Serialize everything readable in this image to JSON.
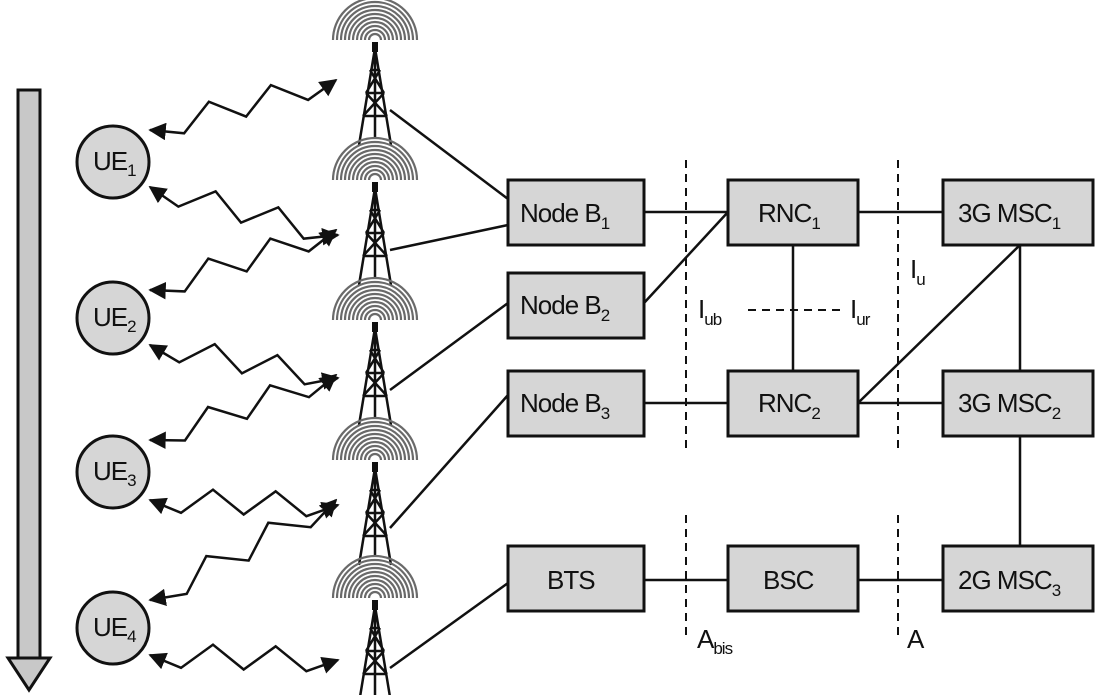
{
  "ues": [
    {
      "label": "UE",
      "sub": "1"
    },
    {
      "label": "UE",
      "sub": "2"
    },
    {
      "label": "UE",
      "sub": "3"
    },
    {
      "label": "UE",
      "sub": "4"
    }
  ],
  "nodes": {
    "node_b1": {
      "label": "Node B",
      "sub": "1"
    },
    "node_b2": {
      "label": "Node B",
      "sub": "2"
    },
    "node_b3": {
      "label": "Node B",
      "sub": "3"
    },
    "bts": {
      "label": "BTS",
      "sub": ""
    },
    "rnc1": {
      "label": "RNC",
      "sub": "1"
    },
    "rnc2": {
      "label": "RNC",
      "sub": "2"
    },
    "bsc": {
      "label": "BSC",
      "sub": ""
    },
    "msc1": {
      "label": "3G MSC",
      "sub": "1"
    },
    "msc2": {
      "label": "3G MSC",
      "sub": "2"
    },
    "msc3": {
      "label": "2G MSC",
      "sub": "3"
    }
  },
  "interfaces": {
    "iub": {
      "label": "I",
      "sub": "ub"
    },
    "iur": {
      "label": "I",
      "sub": "ur"
    },
    "iu": {
      "label": "I",
      "sub": "u"
    },
    "abis": {
      "label": "A",
      "sub": "bis"
    },
    "a": {
      "label": "A",
      "sub": ""
    }
  },
  "colors": {
    "box_fill": "#d6d6d6",
    "stroke": "#111111",
    "wave": "#6a6a6a",
    "arrow_fill": "#c8c8c8"
  },
  "icons": [
    "antenna-tower-icon",
    "radio-link-icon",
    "down-arrow-icon"
  ]
}
